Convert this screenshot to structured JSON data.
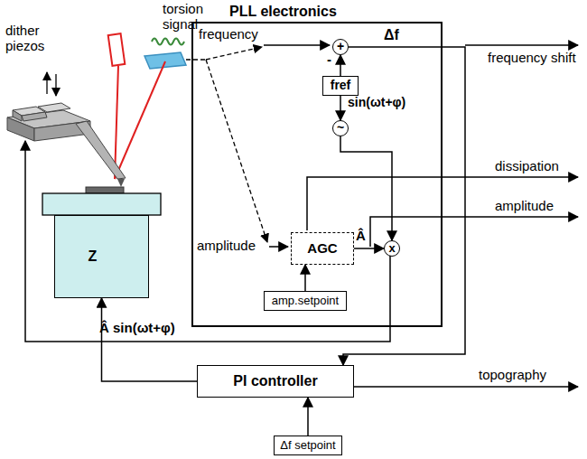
{
  "diagram": {
    "nodes": [
      {
        "text": [
          "PLL electronics"
        ]
      },
      {
        "text": [
          "+"
        ],
        "in": 0
      },
      {
        "text": [
          "fref"
        ],
        "in": 0
      },
      {
        "text": [
          "~"
        ],
        "in": 0
      },
      {
        "text": [
          "AGC"
        ],
        "in": 0
      },
      {
        "text": [
          "x"
        ],
        "in": 0
      },
      {
        "text": [
          "amp.setpoint"
        ],
        "in": 0
      },
      {
        "text": [
          "Z"
        ]
      },
      {
        "text": [
          "PI controller"
        ]
      },
      {
        "text": [
          "Δf setpoint"
        ]
      }
    ],
    "edges": [
      {
        "from": 2,
        "to": 1,
        "arrow": "to"
      },
      {
        "from": 2,
        "to": 3,
        "arrow": "to"
      },
      {
        "from": 3,
        "to": 5,
        "arrow": "to"
      },
      {
        "from": 4,
        "to": 5,
        "arrow": "to"
      },
      {
        "from": 6,
        "to": 4,
        "arrow": "to"
      },
      {
        "from": 1,
        "to": 8,
        "arrow": "to"
      },
      {
        "from": 9,
        "to": 8,
        "arrow": "to"
      },
      {
        "from": 8,
        "to": 7,
        "arrow": "to"
      }
    ],
    "labels": [
      "torsion signal",
      "dither piezos",
      "frequency",
      "amplitude",
      "Δf",
      "-",
      "sin(ωt+φ)",
      "Â",
      "frequency shift",
      "dissipation",
      "amplitude",
      "topography",
      "Â sin(ωt+φ)"
    ]
  }
}
